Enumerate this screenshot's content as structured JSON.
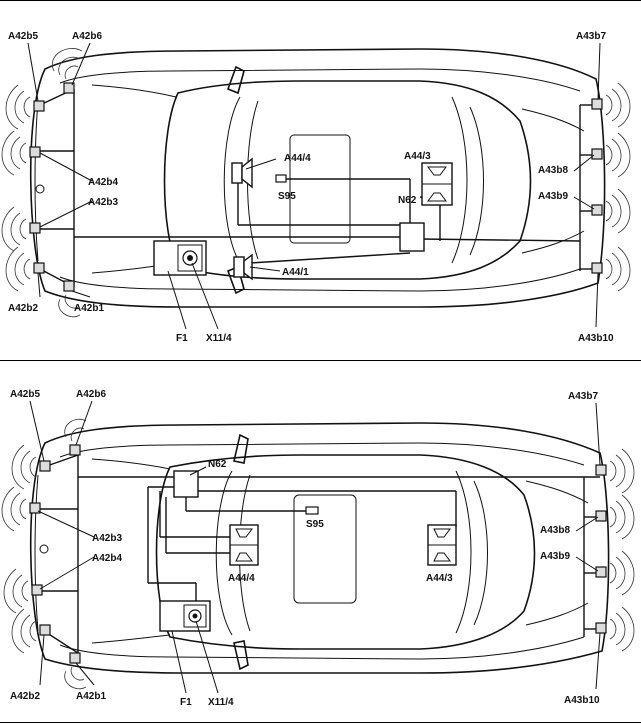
{
  "top_diagram": {
    "labels": {
      "a42b5": "A42b5",
      "a42b6": "A42b6",
      "a42b4": "A42b4",
      "a42b3": "A42b3",
      "a42b2": "A42b2",
      "a42b1": "A42b1",
      "a43b7": "A43b7",
      "a43b8": "A43b8",
      "a43b9": "A43b9",
      "a43b10": "A43b10",
      "a44_4": "A44/4",
      "a44_3": "A44/3",
      "a44_1": "A44/1",
      "s95": "S95",
      "n62": "N62",
      "f1": "F1",
      "x11_4": "X11/4"
    }
  },
  "bottom_diagram": {
    "labels": {
      "a42b5": "A42b5",
      "a42b6": "A42b6",
      "a42b3": "A42b3",
      "a42b4": "A42b4",
      "a42b2": "A42b2",
      "a42b1": "A42b1",
      "a43b7": "A43b7",
      "a43b8": "A43b8",
      "a43b9": "A43b9",
      "a43b10": "A43b10",
      "n62": "N62",
      "s95": "S95",
      "a44_4": "A44/4",
      "a44_3": "A44/3",
      "f1": "F1",
      "x11_4": "X11/4"
    }
  }
}
